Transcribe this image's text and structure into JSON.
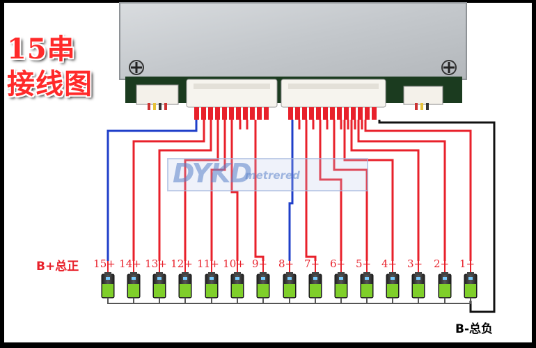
{
  "title": {
    "line1": "15串",
    "line2": "接线图"
  },
  "watermark": {
    "brand": "DYKD",
    "sub": "metrered"
  },
  "pos_label": "B+总正",
  "neg_label": "B-总负",
  "cell_labels": [
    "15+",
    "14+",
    "13+",
    "12+",
    "11+",
    "10+",
    "9+",
    "8+",
    "7+",
    "6+",
    "5+",
    "4+",
    "3+",
    "2+",
    "1+"
  ],
  "colors": {
    "background": "#000000",
    "wire_red": "#e8212b",
    "wire_blue": "#1f3fc9",
    "wire_black": "#111111",
    "label_red": "#e8212b",
    "battery_green": "#7fcf2a"
  },
  "icons": [
    "pcb-board-icon",
    "screw-icon",
    "connector-icon",
    "battery-cell-icon"
  ]
}
